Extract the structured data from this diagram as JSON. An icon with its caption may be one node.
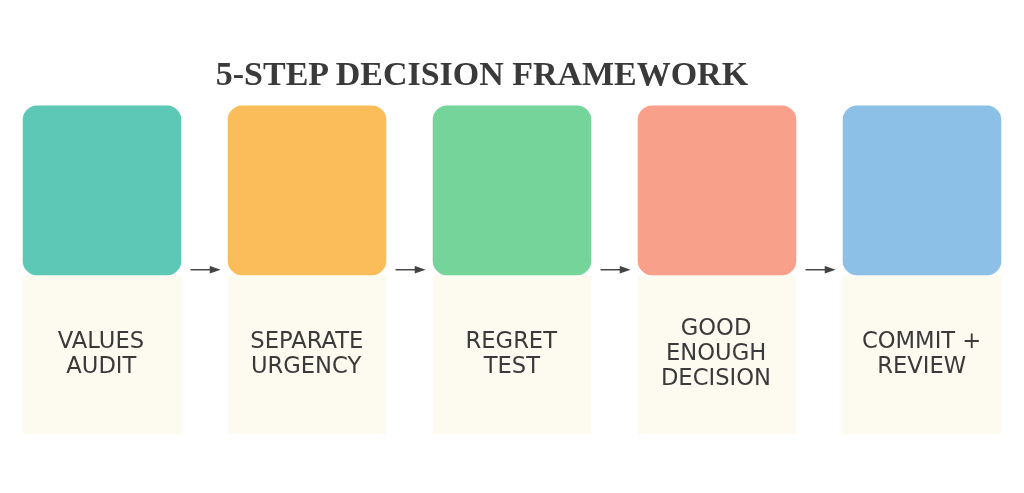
{
  "diagram": {
    "title": "5-STEP DECISION FRAMEWORK",
    "nodes": [
      {
        "text": [
          "VALUES AUDIT"
        ]
      },
      {
        "text": [
          "SEPARATE URGENCY"
        ]
      },
      {
        "text": [
          "REGRET TEST"
        ]
      },
      {
        "text": [
          "GOOD ENOUGH DECISION"
        ]
      },
      {
        "text": [
          "COMMIT + REVIEW"
        ]
      }
    ],
    "edges": [
      {
        "from": 0,
        "to": 1,
        "arrow": "to"
      },
      {
        "from": 1,
        "to": 2,
        "arrow": "to"
      },
      {
        "from": 2,
        "to": 3,
        "arrow": "to"
      },
      {
        "from": 3,
        "to": 4,
        "arrow": "to"
      }
    ]
  }
}
